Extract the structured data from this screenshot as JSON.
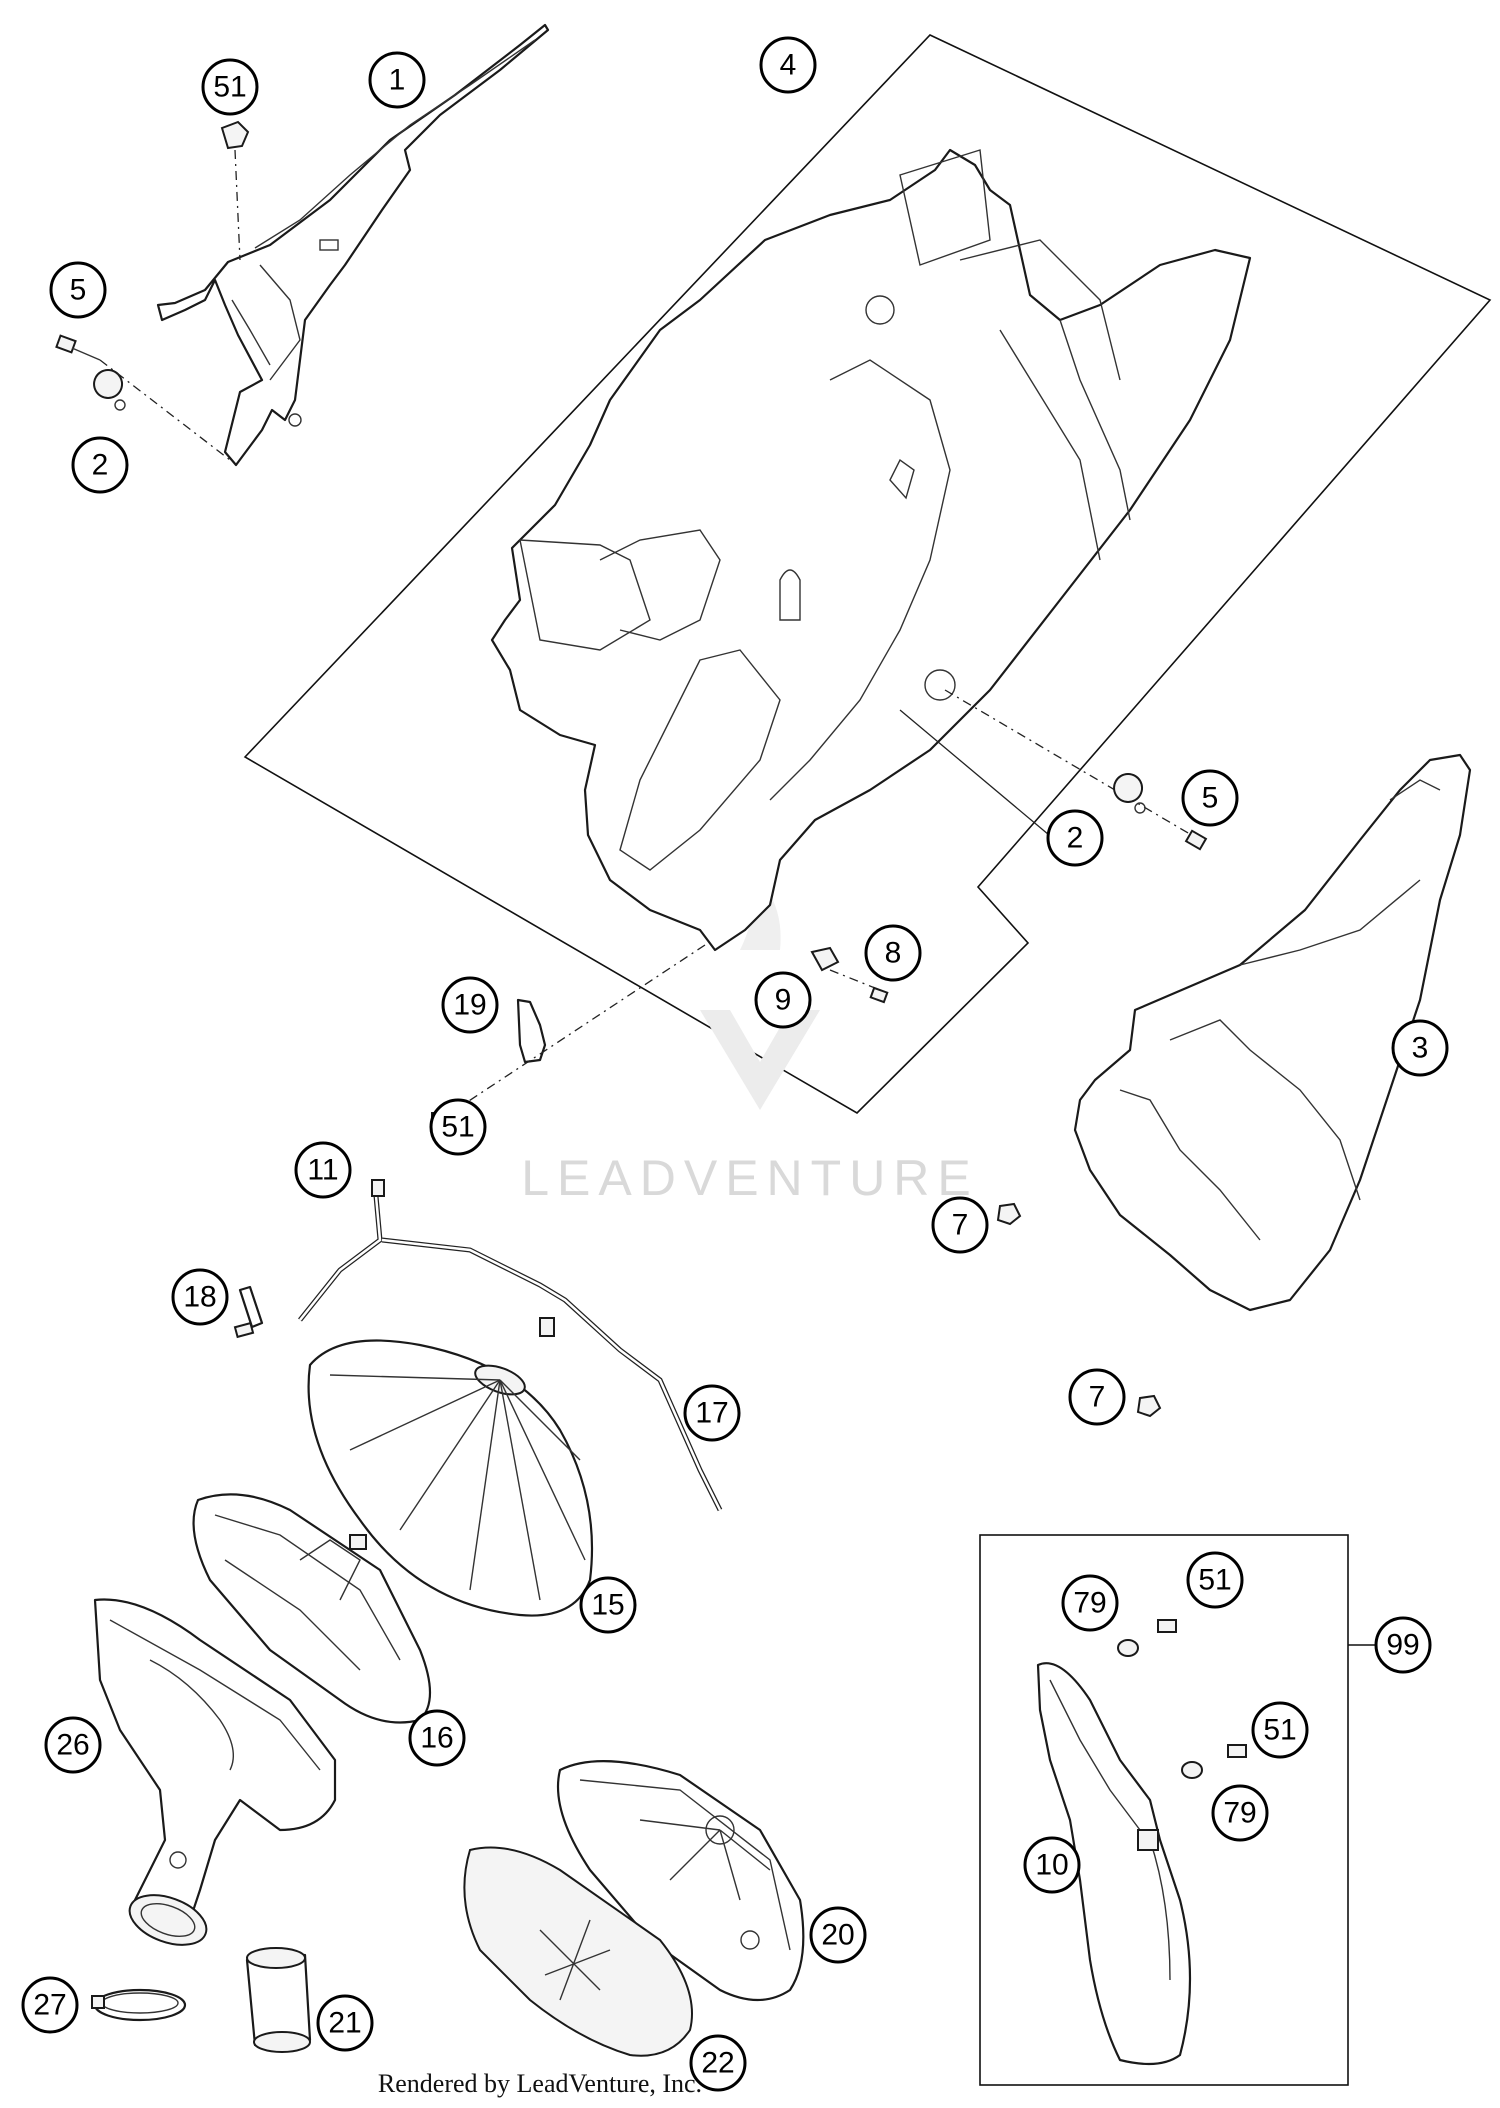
{
  "diagram": {
    "callouts": [
      "51",
      "1",
      "4",
      "5",
      "2",
      "5",
      "2",
      "8",
      "9",
      "19",
      "51",
      "3",
      "11",
      "7",
      "18",
      "17",
      "7",
      "15",
      "51",
      "79",
      "99",
      "16",
      "51",
      "26",
      "79",
      "10",
      "20",
      "27",
      "21",
      "22"
    ]
  },
  "watermark": {
    "text": "LEADVENTURE"
  },
  "footer": {
    "credit": "Rendered by LeadVenture, Inc."
  }
}
